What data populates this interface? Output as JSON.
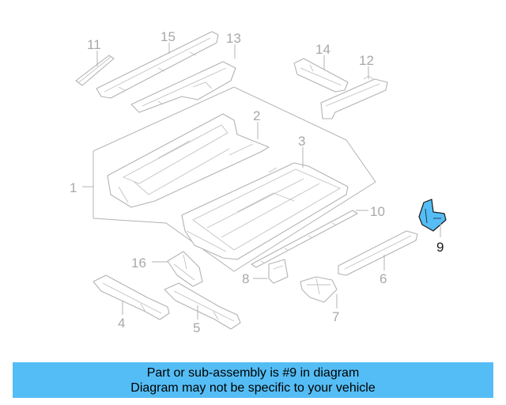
{
  "diagram": {
    "callouts": [
      "1",
      "2",
      "3",
      "4",
      "5",
      "6",
      "7",
      "8",
      "9",
      "10",
      "11",
      "12",
      "13",
      "14",
      "15",
      "16"
    ],
    "highlight_part": "9",
    "highlight_color": "#55bdf5",
    "line_color": "#b3b3b3"
  },
  "banner": {
    "line1": "Part or sub-assembly is #9 in diagram",
    "line2": "Diagram may not be specific to your vehicle",
    "background": "#55bdf5"
  }
}
